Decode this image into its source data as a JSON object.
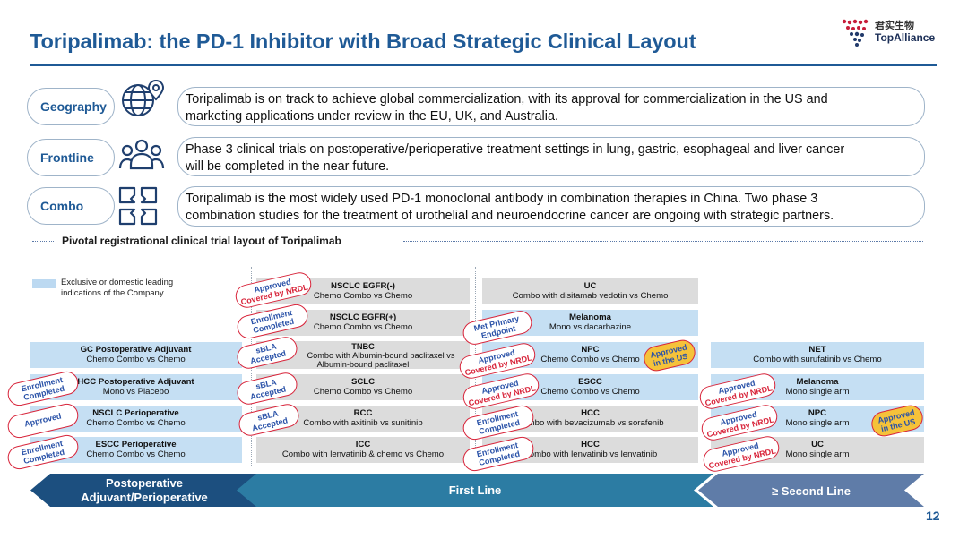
{
  "title": "Toripalimab: the PD-1 Inhibitor with Broad Strategic Clinical Layout",
  "logo": {
    "cn": "君实生物",
    "en": "TopAlliance"
  },
  "strategy": [
    {
      "label": "Geography",
      "icon": "globe-location-icon",
      "line1": "Toripalimab is on track to achieve global commercialization, with its approval for commercialization in the US and",
      "line2": "marketing applications under review in the EU, UK, and Australia."
    },
    {
      "label": "Frontline",
      "icon": "people-group-icon",
      "line1": "Phase 3 clinical trials on postoperative/perioperative treatment settings in lung, gastric, esophageal and liver cancer",
      "line2": "will be completed in the near future."
    },
    {
      "label": "Combo",
      "icon": "puzzle-arrows-icon",
      "line1": "Toripalimab is the most widely used PD-1 monoclonal antibody in combination therapies in China. Two phase 3",
      "line2": "combination studies for the treatment of urothelial and neuroendocrine cancer are ongoing with strategic partners."
    }
  ],
  "pivotal_title": "Pivotal registrational clinical trial layout of Toripalimab",
  "legend": {
    "text": "Exclusive or domestic leading indications of the Company",
    "color": "#c5dff3"
  },
  "trials": {
    "postoperative": [
      {
        "title": "GC Postoperative Adjuvant",
        "sub": "Chemo Combo vs Chemo",
        "style": "blue"
      },
      {
        "title": "HCC Postoperative Adjuvant",
        "sub": "Mono vs Placebo",
        "style": "blue"
      },
      {
        "title": "NSCLC Perioperative",
        "sub": "Chemo Combo vs Chemo",
        "style": "blue"
      },
      {
        "title": "ESCC Perioperative",
        "sub": "Chemo Combo vs Chemo",
        "style": "blue"
      }
    ],
    "first_line_a": [
      {
        "title": "NSCLC EGFR(-)",
        "sub": "Chemo Combo vs Chemo",
        "style": "grey"
      },
      {
        "title": "NSCLC EGFR(+)",
        "sub": "Chemo Combo vs Chemo",
        "style": "grey"
      },
      {
        "title": "TNBC",
        "sub": "Combo with Albumin-bound paclitaxel vs",
        "sub2": "Albumin-bound paclitaxel",
        "style": "grey"
      },
      {
        "title": "SCLC",
        "sub": "Chemo Combo vs Chemo",
        "style": "grey"
      },
      {
        "title": "RCC",
        "sub": "Combo with axitinib vs sunitinib",
        "style": "grey"
      },
      {
        "title": "ICC",
        "sub": "Combo with lenvatinib & chemo vs Chemo",
        "style": "grey"
      }
    ],
    "first_line_b": [
      {
        "title": "UC",
        "sub": "Combo with disitamab vedotin vs Chemo",
        "style": "grey"
      },
      {
        "title": "Melanoma",
        "sub": "Mono vs dacarbazine",
        "style": "blue"
      },
      {
        "title": "NPC",
        "sub": "Chemo Combo vs Chemo",
        "style": "blue"
      },
      {
        "title": "ESCC",
        "sub": "Chemo Combo vs Chemo",
        "style": "blue"
      },
      {
        "title": "HCC",
        "sub": "Combo with bevacizumab vs sorafenib",
        "style": "grey"
      },
      {
        "title": "HCC",
        "sub": "Combo with lenvatinib vs lenvatinib",
        "style": "grey"
      }
    ],
    "second_line": [
      {
        "title": "NET",
        "sub": "Combo with surufatinib vs Chemo",
        "style": "blue"
      },
      {
        "title": "Melanoma",
        "sub": "Mono single arm",
        "style": "blue"
      },
      {
        "title": "NPC",
        "sub": "Mono single arm",
        "style": "blue"
      },
      {
        "title": "UC",
        "sub": "Mono single arm",
        "style": "grey"
      }
    ]
  },
  "stamps": {
    "enrollment_completed": {
      "l1": "Enrollment",
      "l2": "Completed"
    },
    "approved": {
      "l1": "Approved",
      "l2": ""
    },
    "approved_nrdl": {
      "l1": "Approved",
      "l2": "Covered by NRDL"
    },
    "sbla": {
      "l1": "sBLA",
      "l2": "Accepted"
    },
    "met_primary": {
      "l1": "Met Primary",
      "l2": "Endpoint"
    },
    "approved_us": {
      "l1": "Approved",
      "l2": "in the US"
    }
  },
  "stages": [
    {
      "l1": "Postoperative",
      "l2": "Adjuvant/Perioperative"
    },
    {
      "l1": "First Line",
      "l2": ""
    },
    {
      "l1": "≥ Second Line",
      "l2": ""
    }
  ],
  "page_number": "12"
}
